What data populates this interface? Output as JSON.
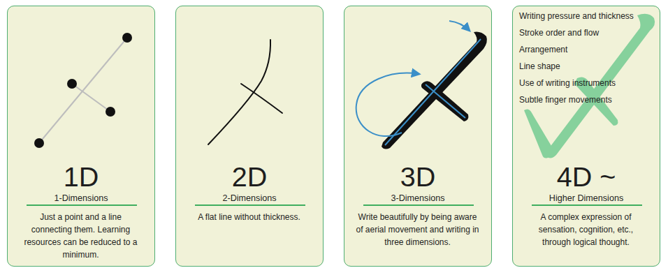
{
  "diagram": {
    "nodes": [
      {
        "text": [
          "1D",
          "1-Dimensions",
          "Just a point and a line connecting them. Learning resources can be reduced to a minimum."
        ]
      },
      {
        "text": [
          "2D",
          "2-Dimensions",
          "A flat line without thickness."
        ]
      },
      {
        "text": [
          "3D",
          "3-Dimensions",
          "Write beautifully by being aware of aerial movement and writing in three dimensions."
        ]
      },
      {
        "text": [
          "Writing pressure and thickness",
          "Stroke order and flow",
          "Arrangement",
          "Line shape",
          "Use of writing instruments",
          "Subtle finger movements",
          "4D ~",
          "Higher Dimensions",
          "A complex expression of sensation, cognition, etc., through logical thought."
        ]
      }
    ]
  }
}
